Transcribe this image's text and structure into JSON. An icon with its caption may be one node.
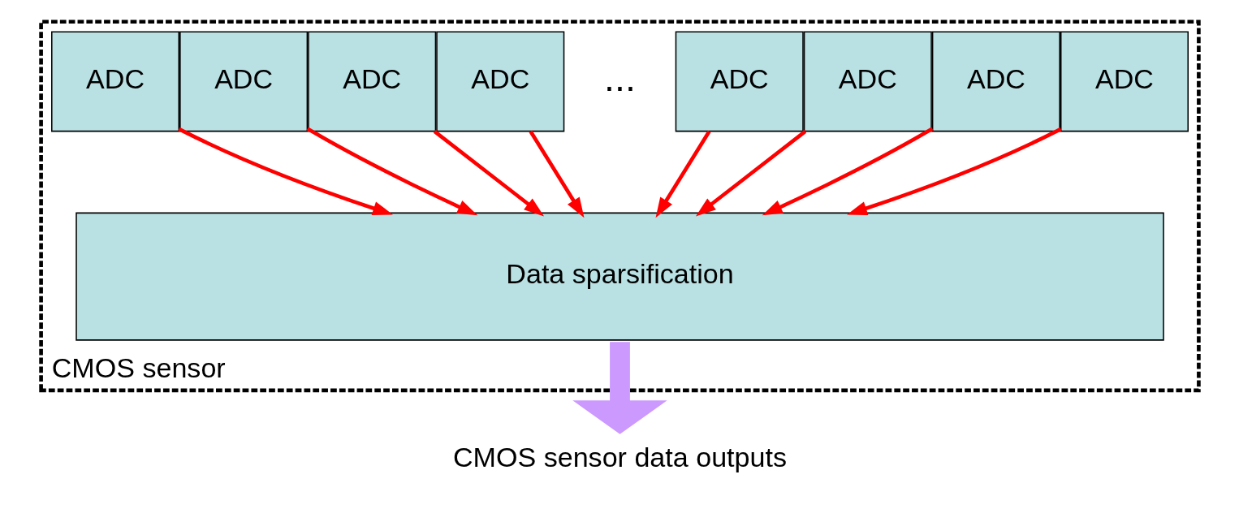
{
  "diagram": {
    "nodes": [
      {
        "text": [
          "CMOS sensor"
        ]
      },
      {
        "text": [
          "ADC"
        ],
        "in": 0
      },
      {
        "text": [
          "ADC"
        ],
        "in": 0
      },
      {
        "text": [
          "ADC"
        ],
        "in": 0
      },
      {
        "text": [
          "ADC"
        ],
        "in": 0
      },
      {
        "text": [
          "ADC"
        ],
        "in": 0
      },
      {
        "text": [
          "ADC"
        ],
        "in": 0
      },
      {
        "text": [
          "ADC"
        ],
        "in": 0
      },
      {
        "text": [
          "ADC"
        ],
        "in": 0
      },
      {
        "text": [
          "Data sparsification"
        ],
        "in": 0
      },
      {
        "text": [
          "CMOS sensor data outputs"
        ]
      }
    ],
    "edges": [
      {
        "from": 1,
        "to": 9,
        "arrow": "to"
      },
      {
        "from": 2,
        "to": 9,
        "arrow": "to"
      },
      {
        "from": 3,
        "to": 9,
        "arrow": "to"
      },
      {
        "from": 4,
        "to": 9,
        "arrow": "to"
      },
      {
        "from": 5,
        "to": 9,
        "arrow": "to"
      },
      {
        "from": 6,
        "to": 9,
        "arrow": "to"
      },
      {
        "from": 7,
        "to": 9,
        "arrow": "to"
      },
      {
        "from": 8,
        "to": 9,
        "arrow": "to"
      },
      {
        "from": 9,
        "to": 10,
        "arrow": "to",
        "style": "thick",
        "color": "#cc99ff"
      }
    ],
    "labels": [
      "..."
    ]
  }
}
